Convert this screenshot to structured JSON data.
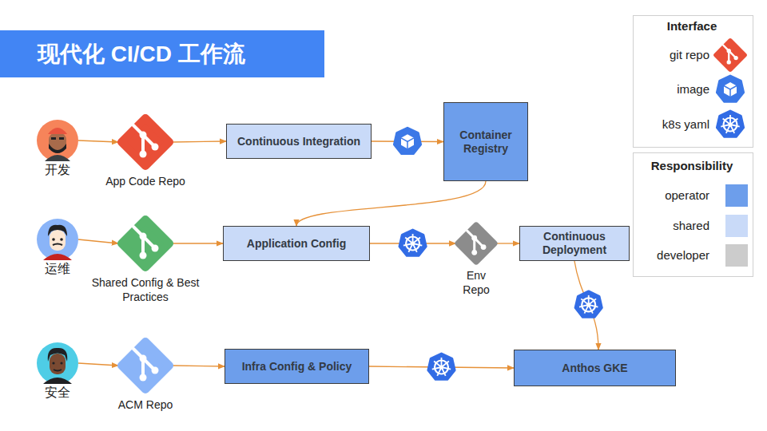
{
  "diagram": {
    "title": "现代化 CI/CD 工作流",
    "nodes": [
      {
        "text": [
          "开发"
        ]
      },
      {
        "text": [
          "App Code Repo"
        ]
      },
      {
        "text": [
          "Continuous Integration"
        ]
      },
      {
        "text": [
          "Container Registry"
        ]
      },
      {
        "text": [
          "运维"
        ]
      },
      {
        "text": [
          "Shared Config & Best Practices"
        ]
      },
      {
        "text": [
          "Application Config"
        ]
      },
      {
        "text": [
          "Env Repo"
        ]
      },
      {
        "text": [
          "Continuous Deployment"
        ]
      },
      {
        "text": [
          "安全"
        ]
      },
      {
        "text": [
          "ACM Repo"
        ]
      },
      {
        "text": [
          "Infra Config & Policy"
        ]
      },
      {
        "text": [
          "Anthos GKE"
        ]
      }
    ],
    "edges": [
      {
        "from": 0,
        "to": 1,
        "arrow": "to"
      },
      {
        "from": 1,
        "to": 2,
        "arrow": "to"
      },
      {
        "from": 2,
        "to": 3,
        "arrow": "to"
      },
      {
        "from": 3,
        "to": 6,
        "arrow": "to"
      },
      {
        "from": 4,
        "to": 5,
        "arrow": "to"
      },
      {
        "from": 5,
        "to": 6,
        "arrow": "to"
      },
      {
        "from": 6,
        "to": 7,
        "arrow": "to"
      },
      {
        "from": 7,
        "to": 8,
        "arrow": "to"
      },
      {
        "from": 8,
        "to": 12,
        "arrow": "to"
      },
      {
        "from": 9,
        "to": 10,
        "arrow": "to"
      },
      {
        "from": 10,
        "to": 11,
        "arrow": "to"
      },
      {
        "from": 11,
        "to": 12,
        "arrow": "to"
      }
    ],
    "labels": [
      "Interface",
      "Responsibility"
    ],
    "legend": [
      {
        "text": "git repo"
      },
      {
        "text": "image"
      },
      {
        "text": "k8s yaml"
      },
      {
        "text": "operator",
        "color": "#6d9eeb"
      },
      {
        "text": "shared",
        "color": "#c9daf8"
      },
      {
        "text": "developer",
        "color": "#cccccc"
      }
    ]
  }
}
